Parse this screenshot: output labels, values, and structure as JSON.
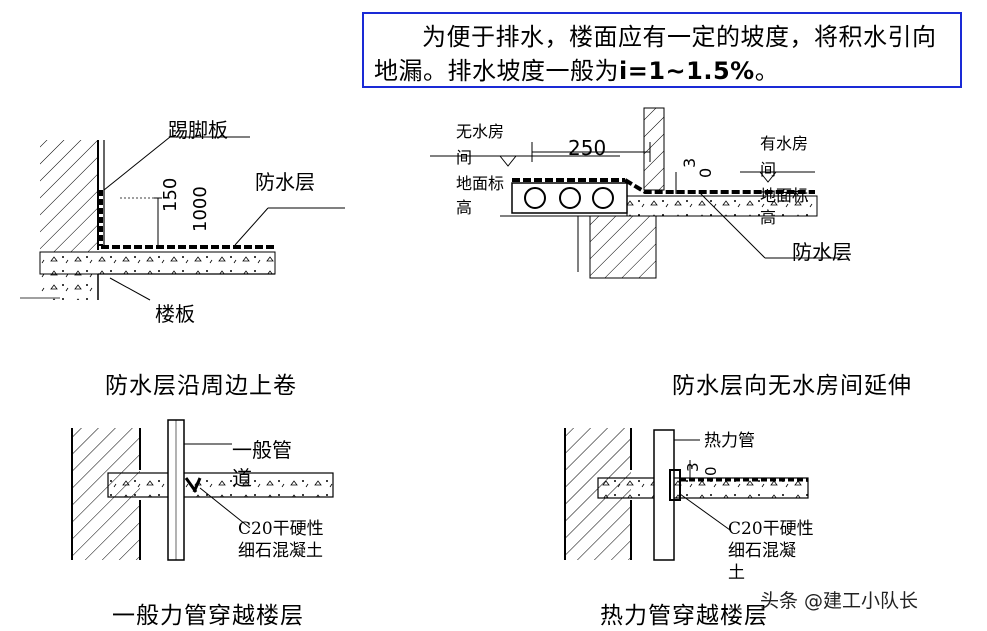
{
  "note": {
    "text": "为便于排水，楼面应有一定的坡度，将积水引向地漏。排水坡度一般为",
    "formula": "i=1~1.5%",
    "end": "。"
  },
  "top_left": {
    "baseboard": "踢脚板",
    "waterproof": "防水层",
    "slab": "楼板",
    "dim_150": "150",
    "dim_1000": "1000",
    "caption": "防水层沿周边上卷"
  },
  "top_right": {
    "dry_room_1": "无水房",
    "dry_room_2": "间",
    "dry_room_3": "地面标",
    "dry_room_4": "高",
    "dim_250": "250",
    "dim_30": "3",
    "dim_30b": "0",
    "wet_room_1": "有水房",
    "wet_room_2": "间",
    "wet_room_3": "地面标",
    "wet_room_4": "高",
    "waterproof": "防水层",
    "caption": "防水层向无水房间延伸"
  },
  "bottom_left": {
    "pipe_1": "一般管",
    "pipe_2": "道",
    "concrete_1": "C20干硬性",
    "concrete_2": "细石混凝土",
    "caption": "一般力管穿越楼层"
  },
  "bottom_right": {
    "pipe": "热力管",
    "dim_3": "3",
    "dim_0": "0",
    "concrete_1": "C20干硬性",
    "concrete_2": "细石混凝",
    "concrete_3": "土",
    "caption": "热力管穿越楼层"
  },
  "watermark": "头条 @建工小队长"
}
